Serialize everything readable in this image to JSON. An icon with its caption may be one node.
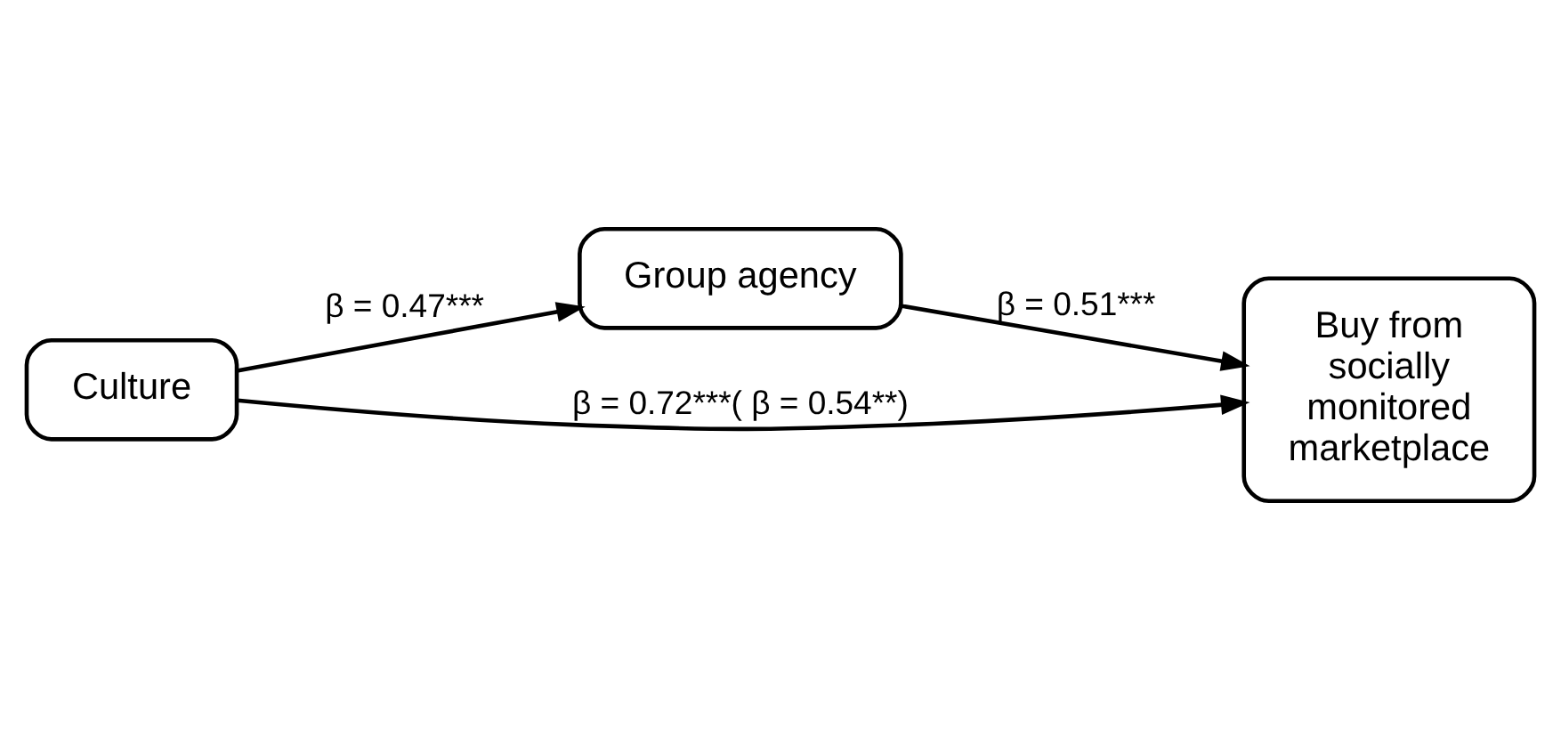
{
  "diagram": {
    "nodes": [
      {
        "text": [
          "Culture"
        ]
      },
      {
        "text": [
          "Group agency"
        ]
      },
      {
        "text": [
          "Buy from socially monitored marketplace"
        ]
      }
    ],
    "edges": [
      {
        "from": 0,
        "to": 1,
        "arrow": "to",
        "label": "β = 0.47***"
      },
      {
        "from": 1,
        "to": 2,
        "arrow": "to",
        "label": "β = 0.51***"
      },
      {
        "from": 0,
        "to": 2,
        "arrow": "to",
        "label": "β = 0.72***( β = 0.54**)"
      }
    ]
  }
}
